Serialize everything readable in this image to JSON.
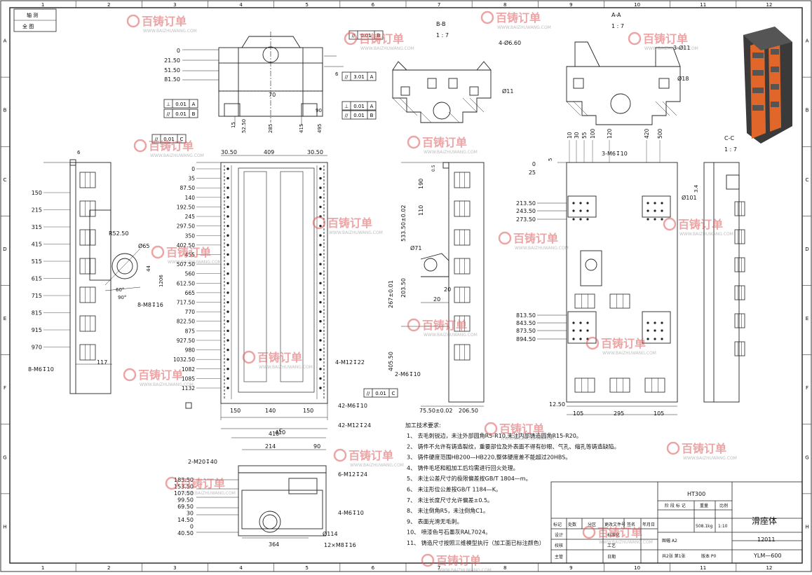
{
  "border": {
    "top_cols": [
      "1",
      "2",
      "3",
      "4",
      "5",
      "6",
      "7",
      "8",
      "9",
      "10",
      "11",
      "12"
    ],
    "rows": [
      "A",
      "B",
      "C",
      "D",
      "E",
      "F",
      "G",
      "H"
    ]
  },
  "corner_box": {
    "line1": "轴 测",
    "line2": "全 图"
  },
  "watermark": {
    "brand": "百铸订单",
    "url": "WWW.BAIZHUWANG.COM"
  },
  "section_labels": {
    "bb_title": "B-B",
    "bb_scale": "1 : 7",
    "aa_title": "A-A",
    "aa_scale": "1 : 7",
    "cc_title": "C-C",
    "cc_scale": "1 : 7",
    "c_arrow": "C"
  },
  "top_view": {
    "y_labels": [
      "0",
      "21.50",
      "51.50",
      "81.50"
    ],
    "x_dims": [
      "15",
      "52.50",
      "70",
      "285",
      "415",
      "495"
    ],
    "dim_90": "90",
    "dim_6": "6",
    "tol_parallel_top": {
      "sym": "//",
      "tol": "0.01",
      "ref": "B"
    },
    "tol_perp_a": {
      "sym": "⊥",
      "tol": "0.01",
      "ref": "A"
    },
    "tol_par_a": {
      "sym": "//",
      "tol": "3.01",
      "ref": "A"
    },
    "tol_perp_left": {
      "sym": "⊥",
      "tol": "0.01",
      "ref": "A"
    },
    "tol_par_left": {
      "sym": "//",
      "tol": "0.01",
      "ref": "B"
    },
    "tol_perp_right": {
      "sym": "⊥",
      "tol": "0.01",
      "ref": "A"
    },
    "tol_par_right": {
      "sym": "//",
      "tol": "0.01",
      "ref": "B"
    }
  },
  "main_view": {
    "tol_c": {
      "sym": "//",
      "tol": "0.01",
      "ref": "C"
    },
    "tol_c_bottom": {
      "sym": "//",
      "tol": "0.01",
      "ref": "C"
    },
    "top_dims": [
      "30.50",
      "409",
      "30.50"
    ],
    "y_labels": [
      "0",
      "35",
      "87.50",
      "140",
      "192.50",
      "245",
      "297.50",
      "350",
      "402.50",
      "455",
      "507.50",
      "560",
      "612.50",
      "665",
      "717.50",
      "770",
      "822.50",
      "875",
      "927.50",
      "980",
      "1032.50",
      "1082",
      "1085",
      "1132"
    ],
    "bottom_dims": [
      "150",
      "140",
      "150"
    ],
    "total": "410",
    "callouts": [
      "4-M12↧22",
      "42-M6↧10",
      "42-M12↧24"
    ]
  },
  "left_view": {
    "y_labels": [
      "150",
      "215",
      "315",
      "415",
      "515",
      "615",
      "715",
      "815",
      "915",
      "970"
    ],
    "callouts": [
      "R52.50",
      "Ø65",
      "44",
      "1206",
      "60°",
      "90°",
      "8-M8↧16",
      "8-M6↧10",
      "117",
      "6"
    ]
  },
  "mid_view": {
    "dims": [
      "190",
      "110",
      "533.50±0.02",
      "Ø71",
      "203.50",
      "267±0.01",
      "20",
      "405.50",
      "2-M6↧10",
      "75.50±0.02",
      "206.50",
      "0.5"
    ]
  },
  "right_view": {
    "y_labels": [
      "0",
      "25",
      "213.50",
      "243.50",
      "273.50",
      "813.50",
      "843.50",
      "873.50",
      "894.50"
    ],
    "x_labels": [
      "10",
      "30",
      "55",
      "100",
      "120",
      "420",
      "500"
    ],
    "callouts": [
      "3-M6↧10",
      "5",
      "12.50",
      "105",
      "295",
      "105"
    ]
  },
  "bb_view": {
    "callouts": [
      "4-Ø6.60",
      "Ø11"
    ]
  },
  "aa_view": {
    "callouts": [
      "3-Ø11",
      "Ø18"
    ]
  },
  "cc_view": {
    "callouts": [
      "Ø101",
      "3.4"
    ]
  },
  "bottom_view": {
    "y_labels": [
      "183.50",
      "153.50",
      "107.50",
      "99.50",
      "69.50",
      "30",
      "14.50",
      "0",
      "40.50"
    ],
    "top_dims": [
      "410",
      "214",
      "90"
    ],
    "callouts": [
      "2-M20↧40",
      "6-M12↧24",
      "4-M6↧10",
      "Ø114",
      "12×M8↧16",
      "364"
    ]
  },
  "notes": {
    "title": "加工技术要求:",
    "items": [
      "1、 去毛刺锐边，未注外部圆角R5-R10,未注内部铸造圆角R15-R20。",
      "2、 铸件不允许有铸造裂纹，重要部位及外表面不得有砂眼、气孔、缩孔等铸造缺陷。",
      "3、 铸件硬度范围HB200—HB220,整体硬度差不能超过20HBS。",
      "4、 铸件毛坯和粗加工后均需进行回火处理。",
      "5、 未注公差尺寸的极限偏差按GB/T 1804—m。",
      "6、 未注形位公差按GB/T 1184—K。",
      "7、 未注长度尺寸允许偏差±0.5。",
      "8、 未注倒角R5，未注倒角C1。",
      "9、 表面光滑无毛刺。",
      "10、 喷漆色号石墨灰RAL7024。",
      "11、 铸造尺寸按照三维模型执行（加工面已标注颜色）"
    ]
  },
  "title_block": {
    "material": "HT300",
    "part_name": "滑座体",
    "drawing_no": "12011",
    "project": "YLM—600",
    "weight": "508.1kg",
    "scale": "1:10",
    "stage_label": "阶 段 标 记",
    "weight_label": "重量",
    "scale_label": "比例",
    "rev_cols": [
      "标记",
      "处数",
      "分区",
      "更改文件号",
      "签名",
      "年月日"
    ],
    "rows": [
      "设计",
      "标准化",
      "校核",
      "工艺",
      "主管",
      "日期"
    ],
    "format": "图幅  A2",
    "sheet": "共2张  第1张",
    "version": "版本  P0"
  },
  "colors": {
    "line": "#222222",
    "watermark": "#e05a5a",
    "iso_dark": "#3a3a3a",
    "iso_accent": "#e0662a"
  }
}
